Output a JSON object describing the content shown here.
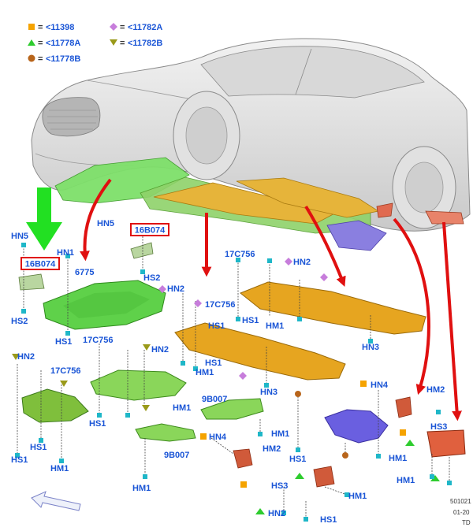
{
  "legend": [
    {
      "label": "<11398",
      "color": "#f5a300",
      "shape": "square"
    },
    {
      "label": "<11782A",
      "color": "#c77ddb",
      "shape": "diamond"
    },
    {
      "label": "<11778A",
      "color": "#2ecc2e",
      "shape": "triangle-up"
    },
    {
      "label": "<11782B",
      "color": "#9a9a1a",
      "shape": "triangle-down"
    },
    {
      "label": "<11778B",
      "color": "#b8651b",
      "shape": "circle"
    }
  ],
  "legend_eq": "=",
  "highlighted_parts": [
    "16B074",
    "16B074"
  ],
  "part_labels": {
    "hn5_a": "HN5",
    "hn1_a": "HN1",
    "hs2_a": "HS2",
    "hs1_a": "HS1",
    "p6775": "6775",
    "hn5_b": "HN5",
    "hs2_b": "HS2",
    "c17c756_a": "17C756",
    "hn2_a": "HN2",
    "hs1_b": "HS1",
    "hm1_a": "HM1",
    "hn3_a": "HN3",
    "hn2_b": "HN2",
    "c17c756_b": "17C756",
    "hs1_c": "HS1",
    "hs1_d": "HS1",
    "hm1_b": "HM1",
    "hn3_b": "HN3",
    "hn2_c": "HN2",
    "c17c756_c": "17C756",
    "hs1_e": "HS1",
    "hs1_f": "HS1",
    "hm1_c": "HM1",
    "c17c756_d": "17C756",
    "hn2_d": "HN2",
    "hs1_g": "HS1",
    "hm1_d": "HM1",
    "b9b007_a": "9B007",
    "hm1_e": "HM1",
    "b9b007_b": "9B007",
    "hm1_f": "HM1",
    "hn4_a": "HN4",
    "hm2_a": "HM2",
    "hs1_h": "HS1",
    "hs3_a": "HS3",
    "hm1_g": "HM1",
    "hn2_e": "HN2",
    "hs1_i": "HS1",
    "hn4_b": "HN4",
    "hm2_b": "HM2",
    "hs3_b": "HS3",
    "hm1_h": "HM1",
    "hm1_i": "HM1"
  },
  "footer": {
    "code": "501021",
    "date": "01-20",
    "suffix": "TD"
  }
}
